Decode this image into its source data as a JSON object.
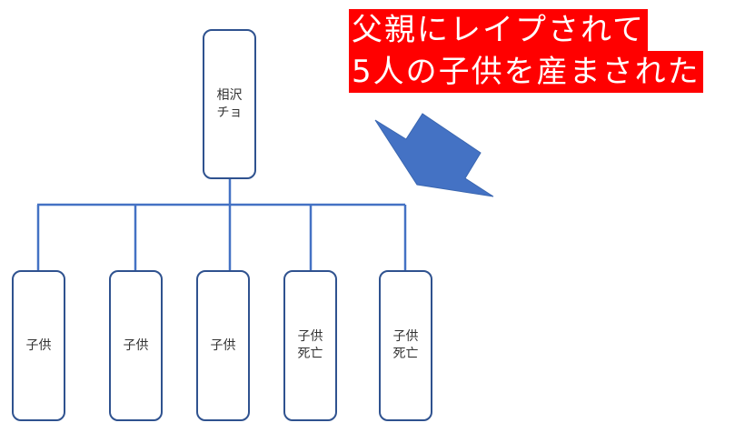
{
  "root": {
    "label": "相沢\nチョ"
  },
  "children": [
    {
      "label": "子供"
    },
    {
      "label": "子供"
    },
    {
      "label": "子供"
    },
    {
      "label": "子供\n死亡"
    },
    {
      "label": "子供\n死亡"
    }
  ],
  "annotation": {
    "line1": "父親にレイプされて",
    "line2": "5人の子供を産まされた",
    "background_color": "#ff0000",
    "text_color": "#ffffff"
  },
  "colors": {
    "node_border": "#2f528f",
    "connector": "#4472c4",
    "arrow_fill": "#4472c4"
  }
}
